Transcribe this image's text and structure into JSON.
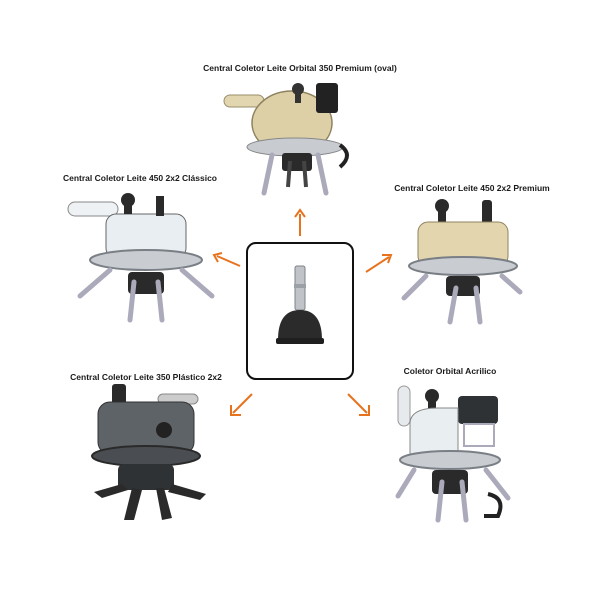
{
  "products": [
    {
      "id": "top",
      "label": "Central Coletor Leite Orbital 350 Premium (oval)"
    },
    {
      "id": "left-top",
      "label": "Central Coletor Leite 450 2x2 Clássico"
    },
    {
      "id": "right-top",
      "label": "Central Coletor Leite 450 2x2 Premium"
    },
    {
      "id": "left-bottom",
      "label": "Central Coletor Leite 350 Plástico 2x2"
    },
    {
      "id": "right-bottom",
      "label": "Coletor Orbital Acrilico"
    }
  ],
  "center": {
    "item": "valve-pin-with-rubber-dome"
  },
  "colors": {
    "arrow": "#e8731e",
    "border": "#111111",
    "steel": "#b8bcc2",
    "rubber": "#2a2a2a",
    "amber": "#d8c49a"
  }
}
